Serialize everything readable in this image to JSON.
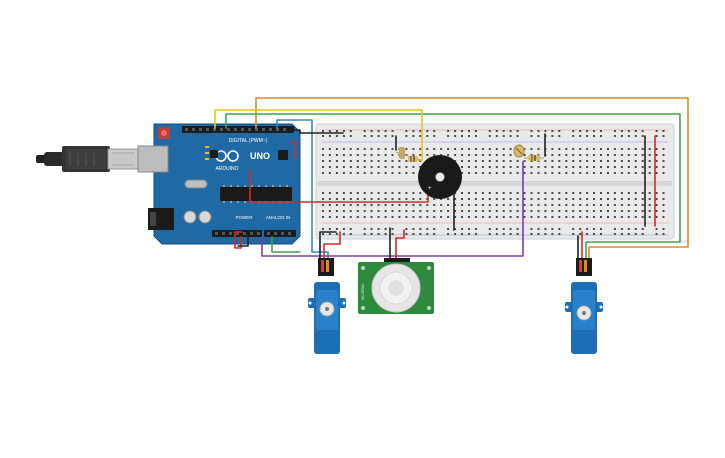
{
  "arduino": {
    "logo_text": "UNO",
    "brand_text": "ARDUINO",
    "digital_label": "DIGITAL (PWM~)",
    "power_label": "POWER",
    "analog_label": "ANALOG IN",
    "board_color": "#1f6aa5",
    "accent_color": "#0f4e80"
  },
  "pir_sensor": {
    "label_left": "HC-SR501",
    "board_color": "#2e8b3e"
  },
  "colors": {
    "wire_yellow": "#e6c619",
    "wire_orange": "#e08a1e",
    "wire_green": "#3aa64b",
    "wire_blue": "#2a8fbd",
    "wire_red": "#d62a2a",
    "wire_black": "#222222",
    "wire_purple": "#7a3fa8",
    "servo_blue": "#1c6fb5",
    "breadboard": "#e9e9e9",
    "buzzer": "#1a1a1a"
  }
}
